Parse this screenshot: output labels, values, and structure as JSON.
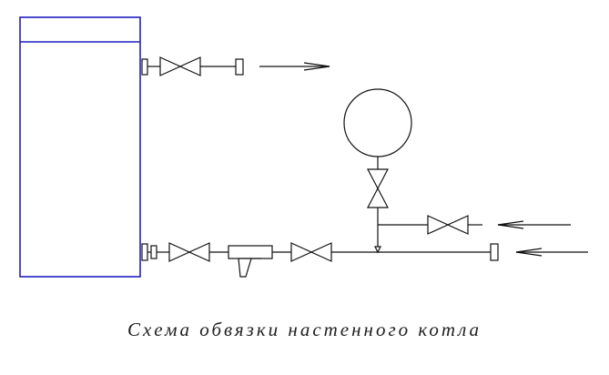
{
  "caption": "Схема обвязки настенного котла",
  "colors": {
    "boiler_outline": "#1f1fbf",
    "piping": "#111111"
  },
  "components": {
    "boiler": "wall-mounted boiler",
    "supply_valve": "gate valve",
    "return_valve": "gate valve",
    "strainer": "y-strainer",
    "expansion_tank": "expansion tank",
    "tank_valve": "gate valve",
    "makeup_valve": "gate valve"
  }
}
